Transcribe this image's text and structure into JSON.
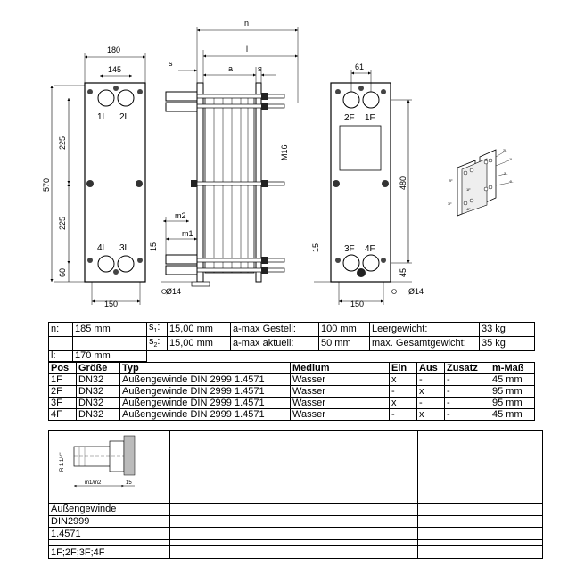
{
  "dimensions": {
    "front_width": "180",
    "hole_spacing_top": "145",
    "height_total": "570",
    "row_spacing_upper": "225",
    "row_spacing_lower": "225",
    "bottom_offset": "60",
    "base_width_left": "150",
    "hole_dia_left": "Ø14",
    "n": "n",
    "l": "l",
    "s_left": "s",
    "a": "a",
    "s_right": "s",
    "bolt": "M16",
    "m2": "m2",
    "m1": "m1",
    "foot_left": "15",
    "back_hole_spacing": "61",
    "height_480": "480",
    "foot_right": "15",
    "right_45": "45",
    "base_width_right": "150",
    "hole_dia_right": "Ø14"
  },
  "ports": {
    "front": [
      "1L",
      "2L",
      "4L",
      "3L"
    ],
    "back": [
      "2F",
      "1F",
      "3F",
      "4F"
    ],
    "iso": [
      "2L",
      "1L",
      "3L",
      "4L",
      "2F",
      "1F",
      "3F",
      "4F"
    ]
  },
  "info": {
    "n_label": "n:",
    "n_value": "185 mm",
    "s1_label": "s",
    "s1_sub": "1",
    "s1_colon": ":",
    "s1_value": "15,00 mm",
    "amax_gestell_label": "a-max Gestell:",
    "amax_gestell_value": "100 mm",
    "leergewicht_label": "Leergewicht:",
    "leergewicht_value": "33 kg",
    "s2_label": "s",
    "s2_sub": "2",
    "s2_colon": ":",
    "s2_value": "15,00 mm",
    "amax_aktuell_label": "a-max aktuell:",
    "amax_aktuell_value": "50 mm",
    "max_gesamt_label": "max. Gesamtgewicht:",
    "max_gesamt_value": "35 kg",
    "l_label": "l:",
    "l_value": "170 mm"
  },
  "ports_table": {
    "headers": [
      "Pos",
      "Größe",
      "Typ",
      "Medium",
      "Ein",
      "Aus",
      "Zusatz",
      "m-Maß"
    ],
    "rows": [
      [
        "1F",
        "DN32",
        "Außengewinde DIN 2999 1.4571",
        "Wasser",
        "x",
        "-",
        "-",
        "45 mm"
      ],
      [
        "2F",
        "DN32",
        "Außengewinde DIN 2999 1.4571",
        "Wasser",
        "-",
        "x",
        "-",
        "95 mm"
      ],
      [
        "3F",
        "DN32",
        "Außengewinde DIN 2999 1.4571",
        "Wasser",
        "x",
        "-",
        "-",
        "95 mm"
      ],
      [
        "4F",
        "DN32",
        "Außengewinde DIN 2999 1.4571",
        "Wasser",
        "-",
        "x",
        "-",
        "45 mm"
      ]
    ]
  },
  "detail": {
    "thread": "R 1 1/4\"",
    "m_label": "m1/m2",
    "dim_15": "15",
    "typ": "Außengewinde",
    "norm": "DIN2999",
    "material": "1.4571",
    "positions": "1F;2F;3F;4F"
  }
}
